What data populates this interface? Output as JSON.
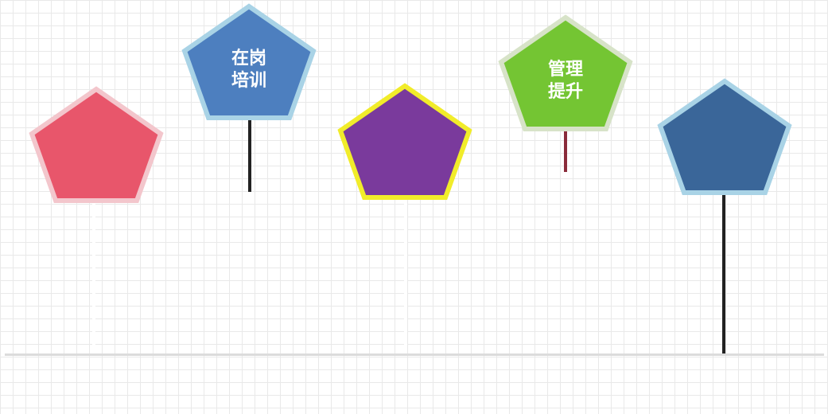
{
  "title": "",
  "nodes": [
    {
      "line1": "",
      "line2": "",
      "color": "#e8566b",
      "border": "#f3c6cc"
    },
    {
      "line1": "在岗",
      "line2": "培训",
      "color": "#4d7fbf",
      "border": "#a9d3e6"
    },
    {
      "line1": "",
      "line2": "",
      "color": "#7a3a9c",
      "border": "#f1ec2a"
    },
    {
      "line1": "管理",
      "line2": "提升",
      "color": "#74c533",
      "border": "#d7e3c8"
    },
    {
      "line1": "",
      "line2": "",
      "color": "#3a6699",
      "border": "#a9d3e6"
    }
  ]
}
